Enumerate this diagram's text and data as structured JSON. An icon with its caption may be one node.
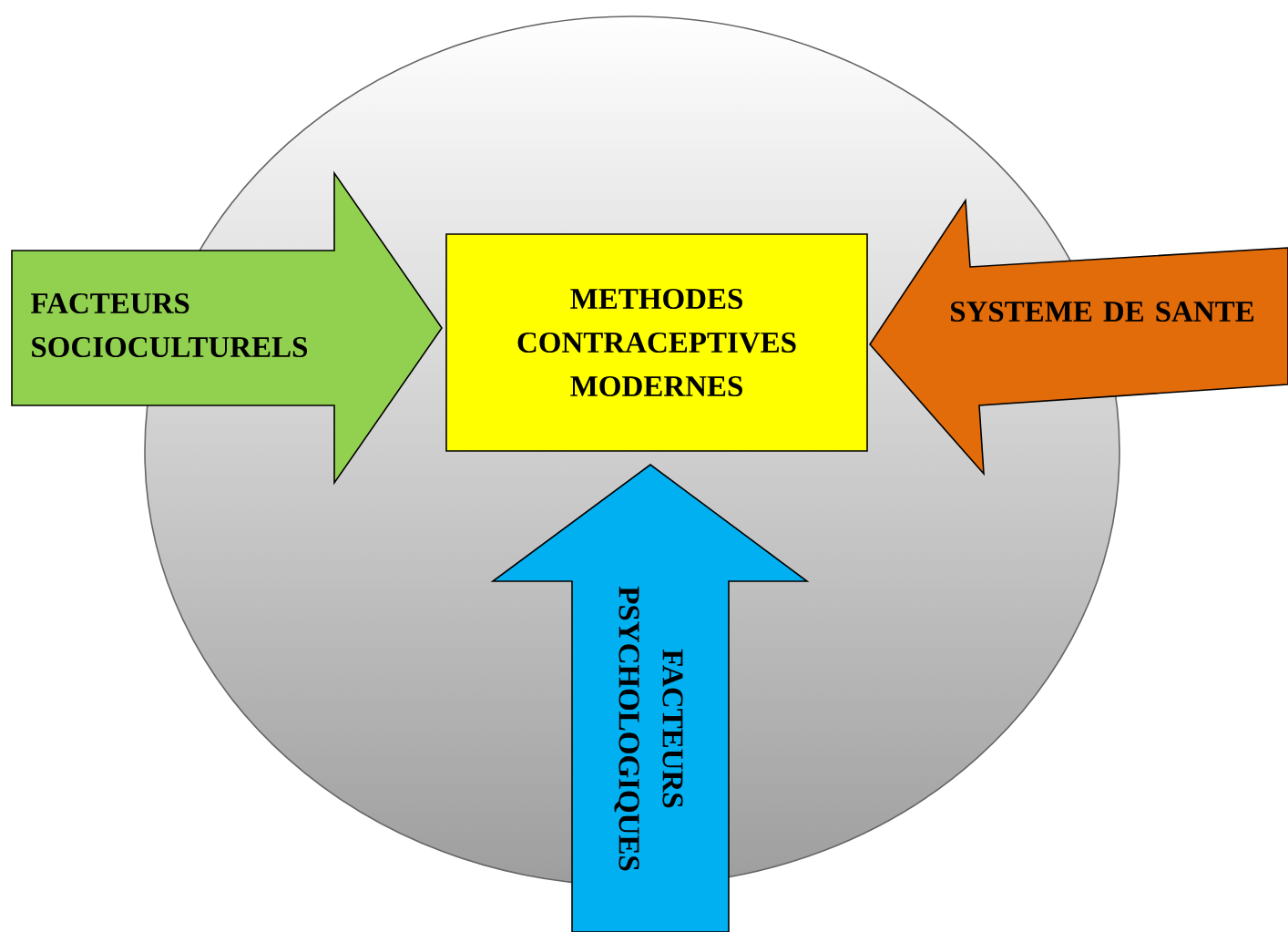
{
  "diagram": {
    "nodes": [
      {
        "text": [],
        "shape": "ellipse"
      },
      {
        "text": [
          "FACTEURS SOCIOCULTURELS"
        ]
      },
      {
        "text": [
          "METHODES CONTRACEPTIVES MODERNES"
        ],
        "in": 0
      },
      {
        "text": [
          "SYSTEME DE SANTE"
        ]
      },
      {
        "text": [
          "FACTEURS PSYCHOLOGIQUES"
        ]
      }
    ]
  }
}
